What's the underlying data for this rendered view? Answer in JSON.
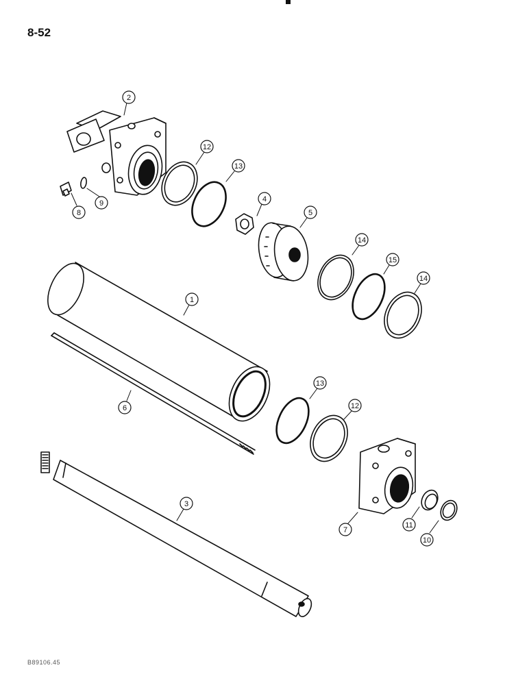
{
  "page": {
    "number": "8-52",
    "footer_code": "B89106.45"
  },
  "callouts": [
    {
      "id": "c2",
      "label": "2",
      "part": "cylinder-base"
    },
    {
      "id": "c12a",
      "label": "12",
      "part": "backup-ring"
    },
    {
      "id": "c13a",
      "label": "13",
      "part": "o-ring"
    },
    {
      "id": "c4",
      "label": "4",
      "part": "lock-nut"
    },
    {
      "id": "c5",
      "label": "5",
      "part": "piston"
    },
    {
      "id": "c14a",
      "label": "14",
      "part": "piston-ring"
    },
    {
      "id": "c15",
      "label": "15",
      "part": "piston-o-ring"
    },
    {
      "id": "c14b",
      "label": "14",
      "part": "piston-ring"
    },
    {
      "id": "c8",
      "label": "8",
      "part": "plug"
    },
    {
      "id": "c9",
      "label": "9",
      "part": "plug-o-ring"
    },
    {
      "id": "c1",
      "label": "1",
      "part": "cylinder-barrel"
    },
    {
      "id": "c6",
      "label": "6",
      "part": "tie-rod"
    },
    {
      "id": "c13b",
      "label": "13",
      "part": "o-ring"
    },
    {
      "id": "c12b",
      "label": "12",
      "part": "backup-ring"
    },
    {
      "id": "c3",
      "label": "3",
      "part": "piston-rod"
    },
    {
      "id": "c7",
      "label": "7",
      "part": "cylinder-head"
    },
    {
      "id": "c11",
      "label": "11",
      "part": "rod-seal"
    },
    {
      "id": "c10",
      "label": "10",
      "part": "wiper-seal"
    }
  ]
}
